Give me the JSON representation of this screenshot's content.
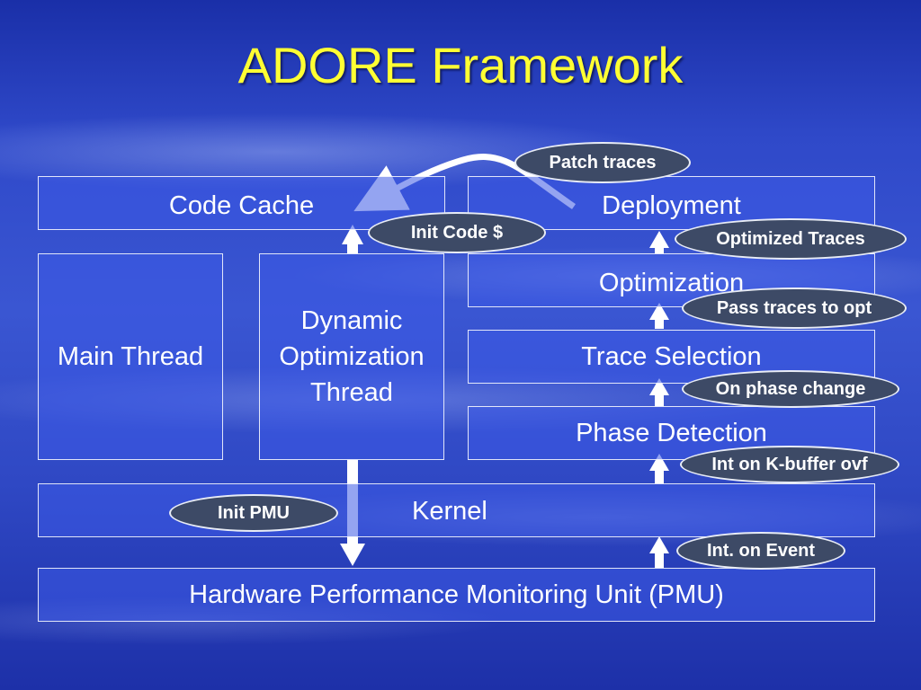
{
  "title": "ADORE Framework",
  "boxes": {
    "code_cache": "Code Cache",
    "deployment": "Deployment",
    "main_thread": "Main Thread",
    "dyn_opt_thread": [
      "Dynamic",
      "Optimization",
      "Thread"
    ],
    "optimization": "Optimization",
    "trace_selection": "Trace Selection",
    "phase_detection": "Phase Detection",
    "kernel": "Kernel",
    "pmu": "Hardware Performance Monitoring Unit (PMU)"
  },
  "labels": {
    "patch_traces": "Patch traces",
    "init_code": "Init Code $",
    "optimized_traces": "Optimized Traces",
    "pass_traces": "Pass traces to opt",
    "on_phase_change": "On phase change",
    "int_kbuffer": "Int on K-buffer ovf",
    "init_pmu": "Init PMU",
    "int_event": "Int. on Event"
  },
  "colors": {
    "title": "#ffff33",
    "pill_fill": "#3d4a66",
    "arrow": "#ffffff"
  }
}
